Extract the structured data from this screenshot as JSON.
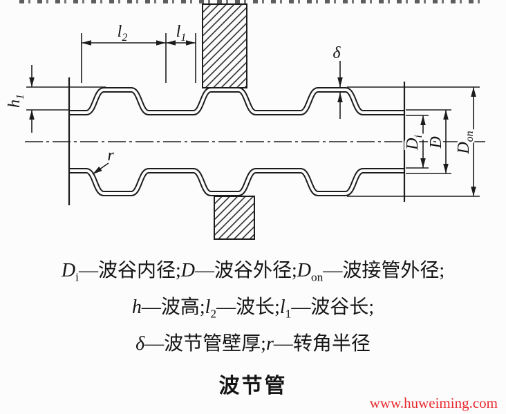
{
  "figure": {
    "labels": {
      "l2": {
        "v": "l",
        "s": "2"
      },
      "l1": {
        "v": "l",
        "s": "1"
      },
      "h1": {
        "v": "h",
        "s": "1"
      },
      "delta": "δ",
      "r": "r",
      "Di": {
        "v": "D",
        "s": "i"
      },
      "D": {
        "v": "D",
        "s": ""
      },
      "Don": {
        "v": "D",
        "s": "on"
      }
    }
  },
  "caption": {
    "line1": [
      {
        "v": "D",
        "s": "i",
        "t": "—波谷内径;"
      },
      {
        "v": "D",
        "s": "",
        "t": "—波谷外径;"
      },
      {
        "v": "D",
        "s": "on",
        "t": "—波接管外径;"
      }
    ],
    "line2": [
      {
        "v": "h",
        "s": "",
        "t": "—波高;"
      },
      {
        "v": "l",
        "s": "2",
        "t": "—波长;"
      },
      {
        "v": "l",
        "s": "1",
        "t": "—波谷长;"
      }
    ],
    "line3": [
      {
        "v": "δ",
        "s": "",
        "t": "—波节管壁厚;"
      },
      {
        "v": "r",
        "s": "",
        "t": "—转角半径"
      }
    ],
    "title": "波节管"
  },
  "watermark": "www.huweiming.com",
  "colors": {
    "watermark": "#e8282d"
  }
}
